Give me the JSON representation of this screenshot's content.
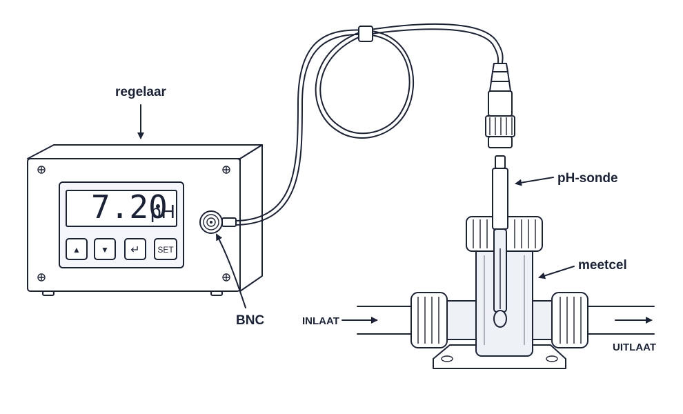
{
  "labels": {
    "controller": "regelaar",
    "bnc": "BNC",
    "probe": "pH-sonde",
    "cell": "meetcel",
    "inlet": "INLAAT",
    "outlet": "UITLAAT"
  },
  "display": {
    "value": "7.20",
    "unit": "pH"
  },
  "buttons": {
    "up": "▲",
    "down": "▼",
    "enter": "↵",
    "set": "SET"
  },
  "colors": {
    "ink": "#1a2238",
    "panel": "#f4f6fa",
    "glass": "#eef2f7"
  }
}
